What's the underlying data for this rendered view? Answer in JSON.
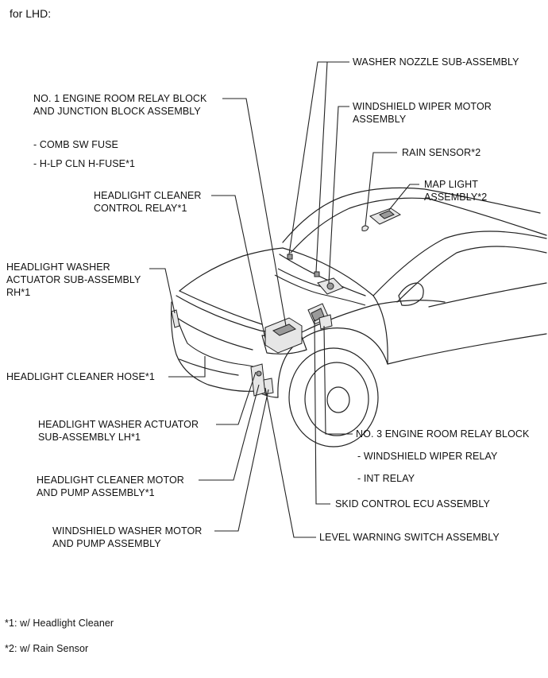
{
  "title": "for LHD:",
  "labels": {
    "washer_nozzle": "WASHER NOZZLE SUB-ASSEMBLY",
    "relay_block_1_l1": "NO. 1 ENGINE ROOM RELAY BLOCK",
    "relay_block_1_l2": "AND JUNCTION BLOCK ASSEMBLY",
    "comb_sw_fuse": "- COMB SW FUSE",
    "hlp_cln_fuse": "- H-LP CLN H-FUSE*1",
    "wiper_motor_l1": "WINDSHIELD WIPER MOTOR",
    "wiper_motor_l2": "ASSEMBLY",
    "rain_sensor": "RAIN SENSOR*2",
    "map_light_l1": "MAP LIGHT",
    "map_light_l2": "ASSEMBLY*2",
    "cleaner_relay_l1": "HEADLIGHT CLEANER",
    "cleaner_relay_l2": "CONTROL RELAY*1",
    "actuator_rh_l1": "HEADLIGHT WASHER",
    "actuator_rh_l2": "ACTUATOR SUB-ASSEMBLY",
    "actuator_rh_l3": "RH*1",
    "cleaner_hose": "HEADLIGHT CLEANER HOSE*1",
    "actuator_lh_l1": "HEADLIGHT WASHER ACTUATOR",
    "actuator_lh_l2": "SUB-ASSEMBLY LH*1",
    "relay_block_3": "NO. 3 ENGINE ROOM RELAY BLOCK",
    "wiper_relay": "- WINDSHIELD WIPER RELAY",
    "int_relay": "- INT RELAY",
    "cleaner_motor_l1": "HEADLIGHT CLEANER MOTOR",
    "cleaner_motor_l2": "AND PUMP ASSEMBLY*1",
    "skid_ecu": "SKID CONTROL ECU ASSEMBLY",
    "washer_motor_l1": "WINDSHIELD WASHER MOTOR",
    "washer_motor_l2": "AND PUMP ASSEMBLY",
    "level_switch": "LEVEL WARNING SWITCH ASSEMBLY"
  },
  "footnotes": {
    "note1": "*1: w/ Headlight Cleaner",
    "note2": "*2: w/ Rain Sensor"
  }
}
